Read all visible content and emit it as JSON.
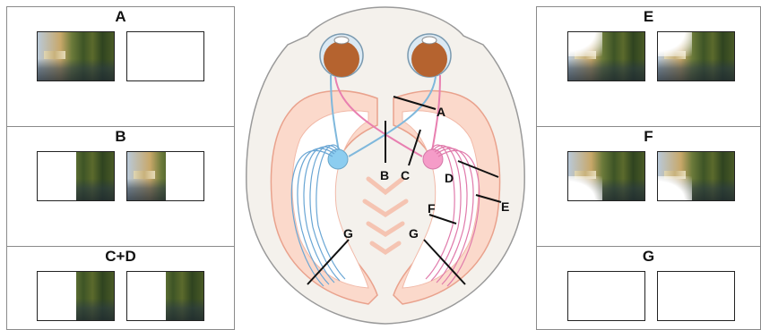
{
  "panels": {
    "A": {
      "label": "A"
    },
    "B": {
      "label": "B"
    },
    "CD": {
      "label": "C+D"
    },
    "E": {
      "label": "E"
    },
    "F": {
      "label": "F"
    },
    "G": {
      "label": "G"
    }
  },
  "diagram_labels": {
    "A": "A",
    "B": "B",
    "C": "C",
    "D": "D",
    "E": "E",
    "F": "F",
    "G_left": "G",
    "G_right": "G"
  },
  "colors": {
    "left_pathway": "#7fb8dc",
    "right_pathway": "#e87fb0",
    "cortex": "#f7c9b8",
    "brain_outline": "#9a9a9a",
    "eye": "#b05a2a"
  }
}
